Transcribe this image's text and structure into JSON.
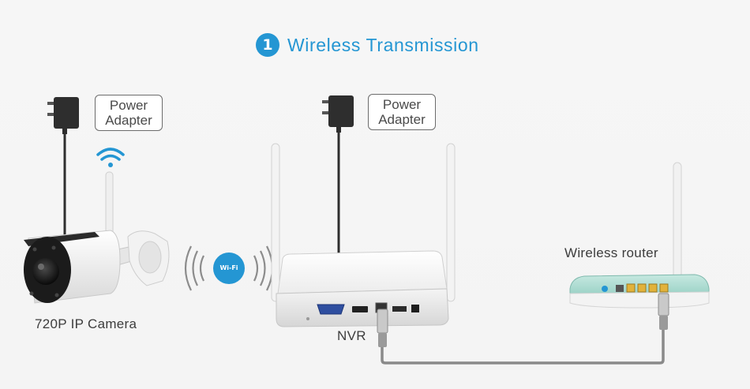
{
  "title": {
    "step_number": "1",
    "text": "Wireless Transmission"
  },
  "camera": {
    "label": "720P IP Camera",
    "power_label_line1": "Power",
    "power_label_line2": "Adapter"
  },
  "nvr": {
    "label": "NVR",
    "power_label_line1": "Power",
    "power_label_line2": "Adapter"
  },
  "router": {
    "label": "Wireless router"
  },
  "wifi_badge": {
    "text": "Wi-Fi"
  },
  "colors": {
    "accent": "#2496d3",
    "cable": "#8a8a8a",
    "router_teal": "#9fd3c8",
    "port_yellow": "#e2b23a"
  }
}
